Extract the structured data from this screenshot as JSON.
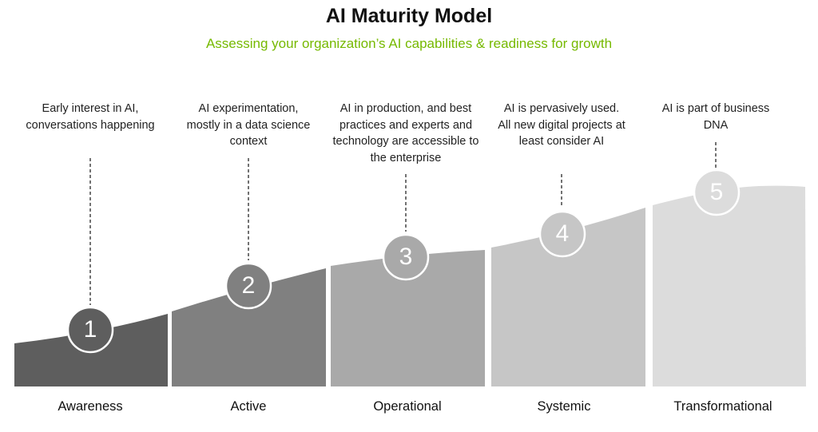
{
  "title": "AI Maturity Model",
  "subtitle": "Assessing your organization’s AI capabilities & readiness for growth",
  "stages": [
    {
      "number": "1",
      "name": "Awareness",
      "description": "Early interest in AI, conversations happening",
      "color": "#5e5e5e"
    },
    {
      "number": "2",
      "name": "Active",
      "description": "AI experimentation, mostly in a data science context",
      "color": "#808080"
    },
    {
      "number": "3",
      "name": "Operational",
      "description": "AI in production, and best practices and experts and technology are accessible to the enterprise",
      "color": "#a9a9a9"
    },
    {
      "number": "4",
      "name": "Systemic",
      "description": "AI is pervasively used. All new digital projects at least consider AI",
      "color": "#c6c6c6"
    },
    {
      "number": "5",
      "name": "Transformational",
      "description": "AI is part of business DNA",
      "color": "#dcdcdc"
    }
  ],
  "accent_color": "#76b900"
}
